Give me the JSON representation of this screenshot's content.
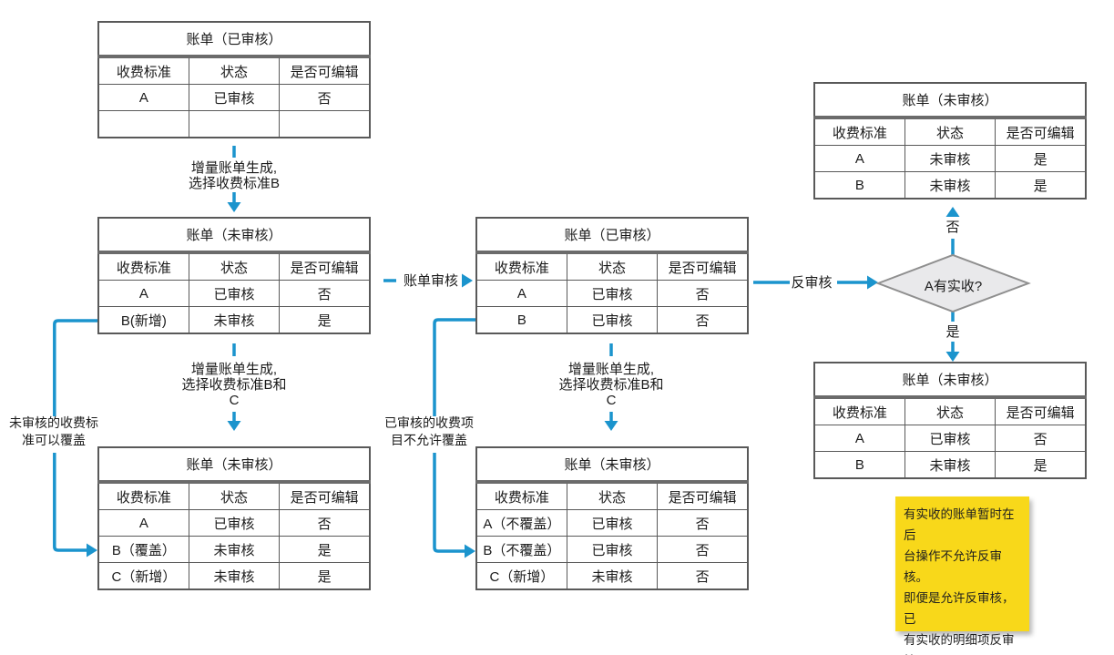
{
  "colors": {
    "accent_blue": "#1b94cd",
    "table_border": "#595959",
    "diamond_fill": "#e9e9eb",
    "diamond_border": "#8f8f8f",
    "note_yellow": "#f8d81a"
  },
  "tables": {
    "top_left": {
      "title": "账单（已审核）",
      "headers": [
        "收费标准",
        "状态",
        "是否可编辑"
      ],
      "rows": [
        [
          "A",
          "已审核",
          "否"
        ],
        [
          "",
          "",
          ""
        ]
      ]
    },
    "mid_left": {
      "title": "账单（未审核）",
      "headers": [
        "收费标准",
        "状态",
        "是否可编辑"
      ],
      "rows": [
        [
          "A",
          "已审核",
          "否"
        ],
        [
          "B(新增)",
          "未审核",
          "是"
        ]
      ]
    },
    "center": {
      "title": "账单（已审核）",
      "headers": [
        "收费标准",
        "状态",
        "是否可编辑"
      ],
      "rows": [
        [
          "A",
          "已审核",
          "否"
        ],
        [
          "B",
          "已审核",
          "否"
        ]
      ]
    },
    "top_right": {
      "title": "账单（未审核）",
      "headers": [
        "收费标准",
        "状态",
        "是否可编辑"
      ],
      "rows": [
        [
          "A",
          "未审核",
          "是"
        ],
        [
          "B",
          "未审核",
          "是"
        ]
      ]
    },
    "bottom_right": {
      "title": "账单（未审核）",
      "headers": [
        "收费标准",
        "状态",
        "是否可编辑"
      ],
      "rows": [
        [
          "A",
          "已审核",
          "否"
        ],
        [
          "B",
          "未审核",
          "是"
        ]
      ]
    },
    "bottom_left": {
      "title": "账单（未审核）",
      "headers": [
        "收费标准",
        "状态",
        "是否可编辑"
      ],
      "rows": [
        [
          "A",
          "已审核",
          "否"
        ],
        [
          "B（覆盖）",
          "未审核",
          "是"
        ],
        [
          "C（新增）",
          "未审核",
          "是"
        ]
      ]
    },
    "bottom_center": {
      "title": "账单（未审核）",
      "headers": [
        "收费标准",
        "状态",
        "是否可编辑"
      ],
      "rows": [
        [
          "A（不覆盖）",
          "已审核",
          "否"
        ],
        [
          "B（不覆盖）",
          "已审核",
          "否"
        ],
        [
          "C（新增）",
          "未审核",
          "否"
        ]
      ]
    }
  },
  "labels": {
    "gen_b": "增量账单生成,\n选择收费标准B",
    "gen_bc_left": "增量账单生成,\n选择收费标准B和\nC",
    "gen_bc_center": "增量账单生成,\n选择收费标准B和\nC",
    "bill_audit": "账单审核",
    "reverse_audit": "反审核",
    "no": "否",
    "yes": "是",
    "decision": "A有实收?",
    "note_unaudited_override": "未审核的收费标\n准可以覆盖",
    "note_audited_no_override": "已审核的收费项\n目不允许覆盖"
  },
  "note": {
    "text": "有实收的账单暂时在后\n台操作不允许反审核。\n即便是允许反审核，已\n有实收的明细项反审核\n后仍处于已审核状态，\n且不允许编辑"
  }
}
